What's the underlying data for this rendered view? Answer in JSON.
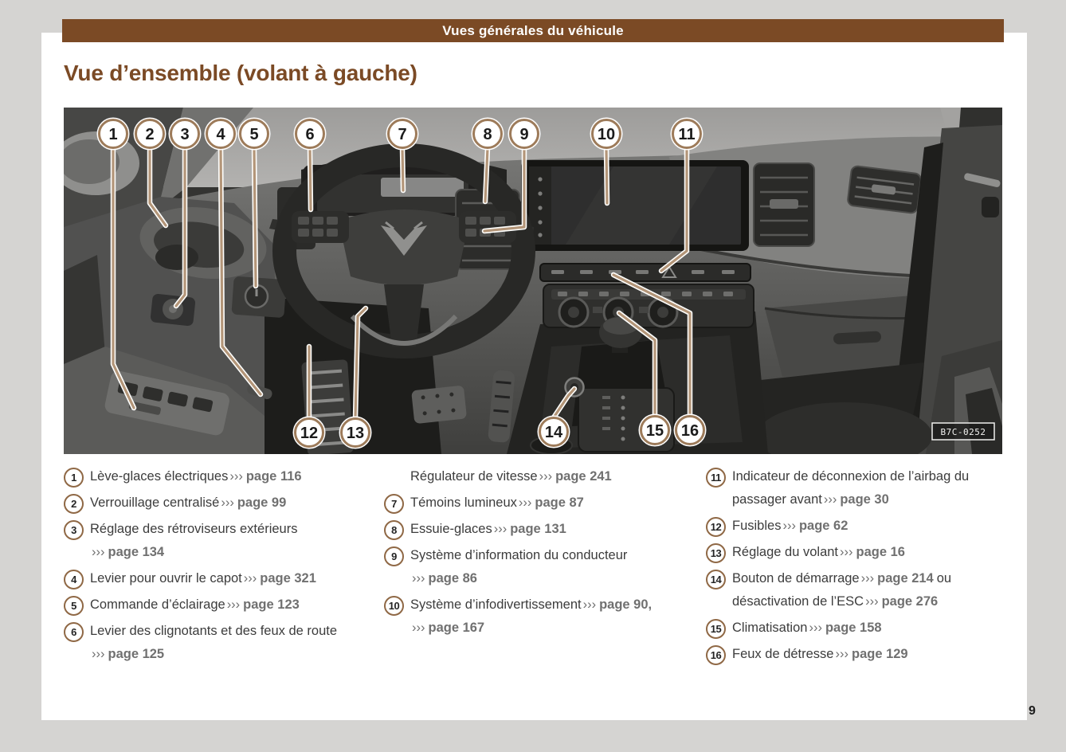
{
  "header": {
    "title": "Vues générales du véhicule"
  },
  "section_title": "Vue d’ensemble (volant à gauche)",
  "page_number": "9",
  "figure": {
    "code": "B7C-0252",
    "callouts": [
      {
        "n": "1"
      },
      {
        "n": "2"
      },
      {
        "n": "3"
      },
      {
        "n": "4"
      },
      {
        "n": "5"
      },
      {
        "n": "6"
      },
      {
        "n": "7"
      },
      {
        "n": "8"
      },
      {
        "n": "9"
      },
      {
        "n": "10"
      },
      {
        "n": "11"
      },
      {
        "n": "12"
      },
      {
        "n": "13"
      },
      {
        "n": "14"
      },
      {
        "n": "15"
      },
      {
        "n": "16"
      }
    ]
  },
  "legend": {
    "chevron": "›››",
    "columns": [
      {
        "entries": [
          {
            "num": "1",
            "label": "Lève-glaces électriques",
            "ref": "page 116"
          },
          {
            "num": "2",
            "label": "Verrouillage centralisé",
            "ref": "page 99"
          },
          {
            "num": "3",
            "label": "Réglage des rétroviseurs extérieurs",
            "ref": "page 134"
          },
          {
            "num": "4",
            "label": "Levier pour ouvrir le capot",
            "ref": "page 321"
          },
          {
            "num": "5",
            "label": "Commande d’éclairage",
            "ref": "page 123"
          },
          {
            "num": "6",
            "label": "Levier des clignotants et des feux de route",
            "ref": "page 125"
          }
        ]
      },
      {
        "entries": [
          {
            "label": "Régulateur de vitesse",
            "ref": "page 241"
          },
          {
            "num": "7",
            "label": "Témoins lumineux",
            "ref": "page 87"
          },
          {
            "num": "8",
            "label": "Essuie-glaces",
            "ref": "page 131"
          },
          {
            "num": "9",
            "label": "Système d’information du conducteur",
            "ref": "page 86"
          },
          {
            "num": "10",
            "label": "Système d’infodivertissement",
            "ref": "page 90,",
            "ref2": "page 167"
          }
        ]
      },
      {
        "entries": [
          {
            "num": "11",
            "label": "Indicateur de déconnexion de l’airbag du passager avant",
            "ref": "page 30"
          },
          {
            "num": "12",
            "label": "Fusibles",
            "ref": "page 62"
          },
          {
            "num": "13",
            "label": "Réglage du volant",
            "ref": "page 16"
          },
          {
            "num": "14",
            "label": "Bouton de démarrage",
            "ref": "page 214",
            "label2": "ou désactivation de l’ESC",
            "ref2": "page 276"
          },
          {
            "num": "15",
            "label": "Climatisation",
            "ref": "page 158"
          },
          {
            "num": "16",
            "label": "Feux de détresse",
            "ref": "page 129"
          }
        ]
      }
    ]
  },
  "colors": {
    "accent_brown": "#7b4a25",
    "callout_ring": "#9d7b5a",
    "leader_line": "#b39578",
    "page_background": "#d5d4d2",
    "reference_gray": "#707070"
  }
}
